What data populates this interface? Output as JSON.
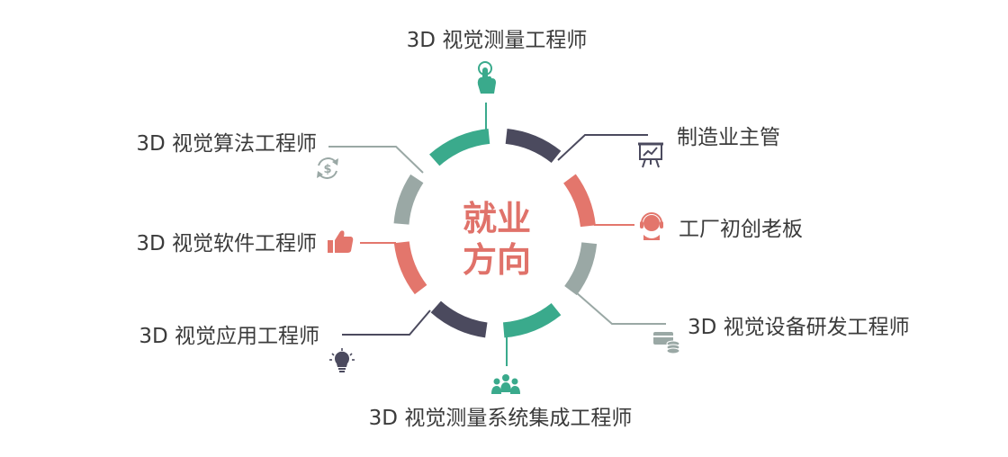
{
  "center": {
    "line1": "就业",
    "line2": "方向"
  },
  "colors": {
    "teal": "#3aaa8c",
    "navy": "#4b4a5e",
    "coral": "#e3766c",
    "gray": "#9aa8a5",
    "text": "#3b3b3b"
  },
  "roles": [
    {
      "id": "vision-measurement-engineer",
      "label": "3D 视觉测量工程师",
      "icon": "pointer-hand-icon"
    },
    {
      "id": "manufacturing-supervisor",
      "label": "制造业主管",
      "icon": "presentation-board-icon"
    },
    {
      "id": "factory-founder",
      "label": "工厂初创老板",
      "icon": "headset-user-icon"
    },
    {
      "id": "vision-device-rd-engineer",
      "label": "3D 视觉设备研发工程师",
      "icon": "card-coins-icon"
    },
    {
      "id": "vision-integration-engineer",
      "label": "3D 视觉测量系统集成工程师",
      "icon": "team-people-icon"
    },
    {
      "id": "vision-application-engineer",
      "label": "3D 视觉应用工程师",
      "icon": "light-bulb-icon"
    },
    {
      "id": "vision-software-engineer",
      "label": "3D 视觉软件工程师",
      "icon": "thumbs-up-icon"
    },
    {
      "id": "vision-algorithm-engineer",
      "label": "3D 视觉算法工程师",
      "icon": "dollar-refresh-icon"
    }
  ]
}
